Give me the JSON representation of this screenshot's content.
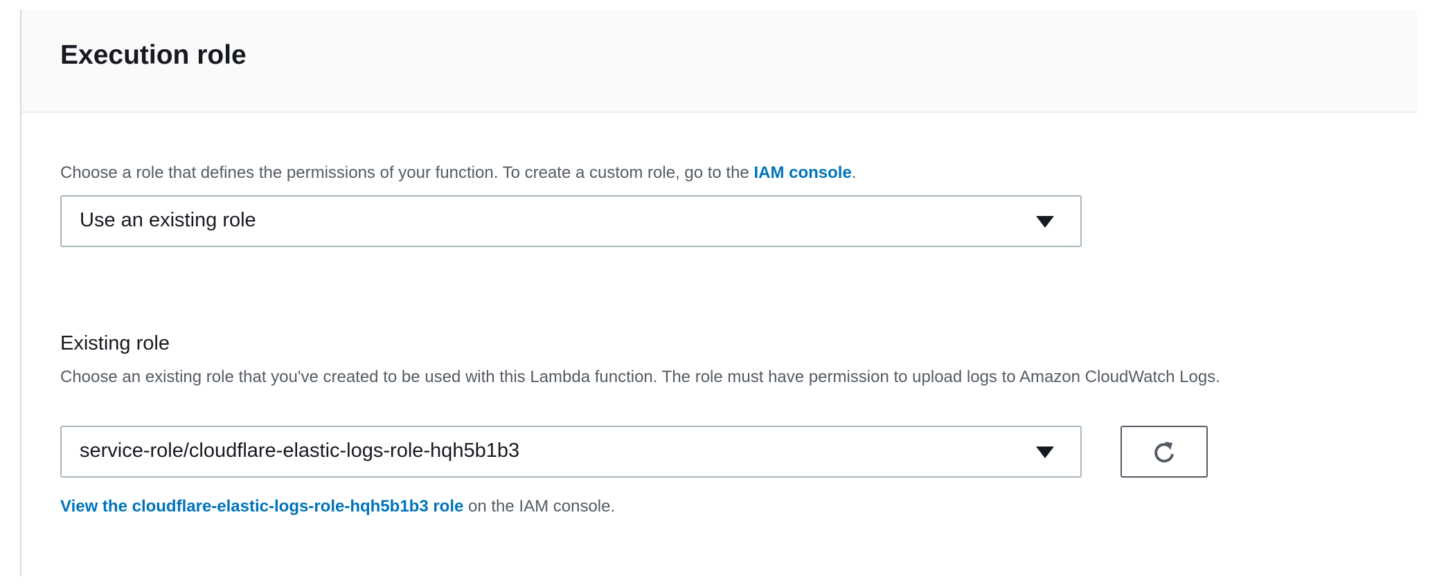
{
  "section": {
    "title": "Execution role",
    "description_prefix": "Choose a role that defines the permissions of your function. To create a custom role, go to the ",
    "description_link": "IAM console",
    "description_suffix": "."
  },
  "role_type_select": {
    "value": "Use an existing role"
  },
  "existing_role": {
    "label": "Existing role",
    "description": "Choose an existing role that you've created to be used with this Lambda function. The role must have permission to upload logs to Amazon CloudWatch Logs.",
    "select_value": "service-role/cloudflare-elastic-logs-role-hqh5b1b3",
    "refresh_icon": "refresh-icon",
    "view_link": "View the cloudflare-elastic-logs-role-hqh5b1b3 role",
    "view_suffix": " on the IAM console."
  },
  "colors": {
    "link": "#0073bb",
    "header_bg": "#fafafa",
    "text": "#16191f",
    "muted": "#545b64"
  }
}
